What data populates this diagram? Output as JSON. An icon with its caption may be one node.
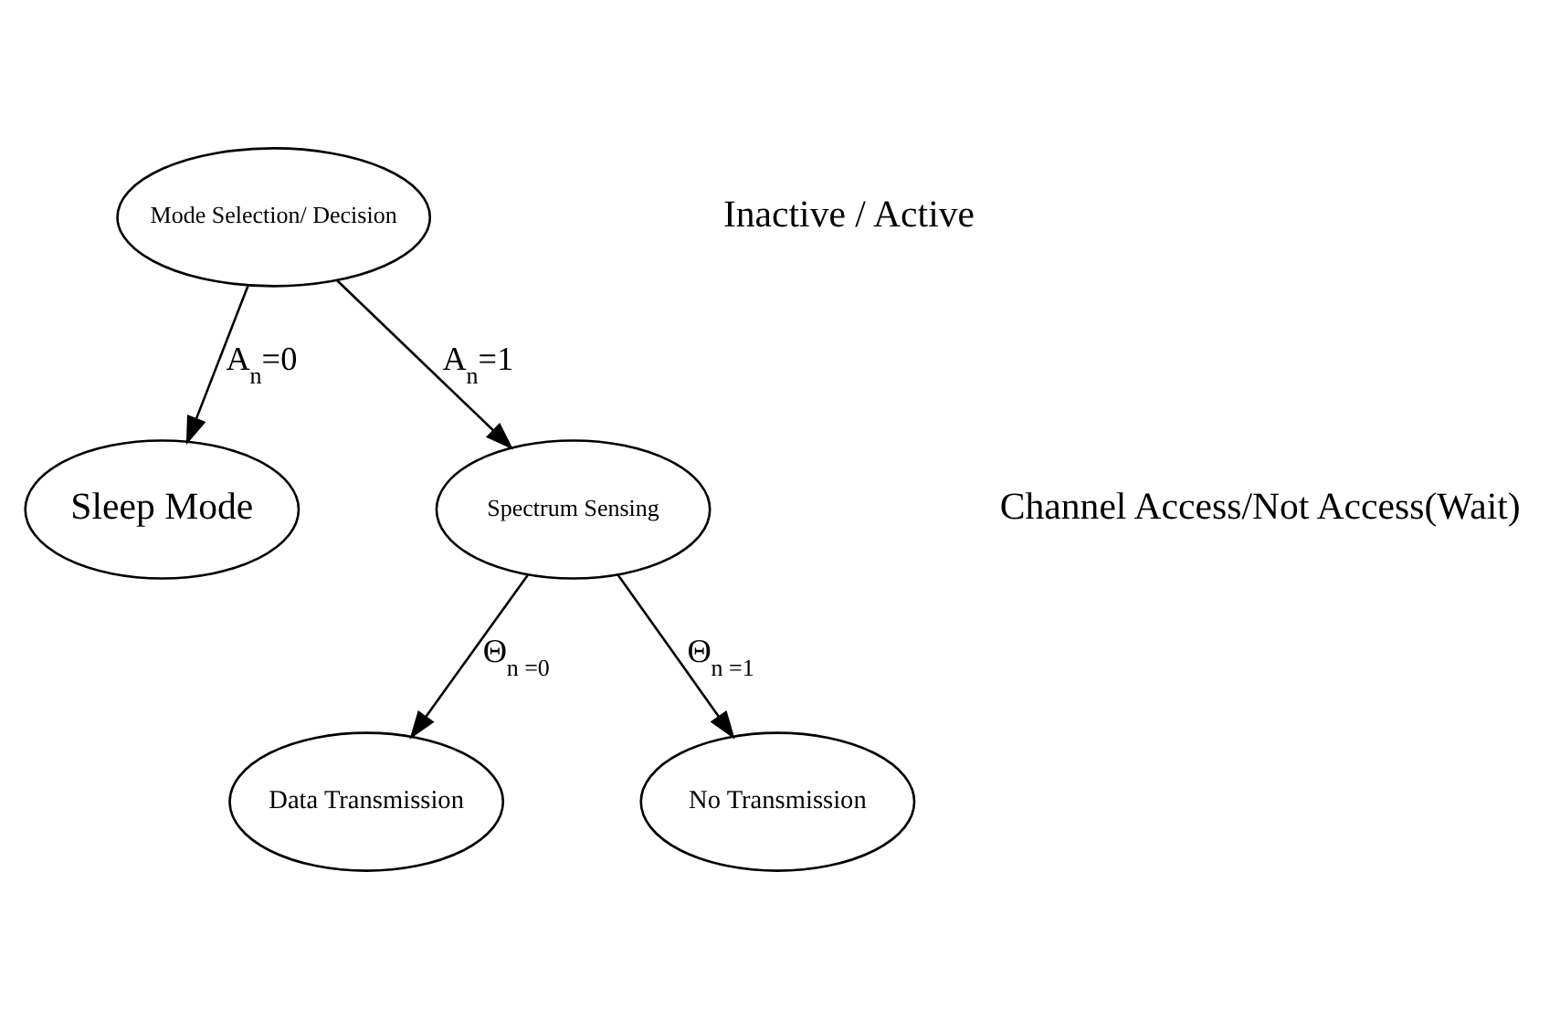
{
  "diagram": {
    "nodes": [
      {
        "text": [
          "Mode Selection/ Decision"
        ]
      },
      {
        "text": [
          "Sleep Mode"
        ]
      },
      {
        "text": [
          "Spectrum Sensing"
        ]
      },
      {
        "text": [
          "Data Transmission"
        ]
      },
      {
        "text": [
          "No Transmission"
        ]
      }
    ],
    "edges": [
      {
        "from": 0,
        "to": 1,
        "arrow": "to",
        "label": "A$_{n}$=0"
      },
      {
        "from": 0,
        "to": 2,
        "arrow": "to",
        "label": "A$_{n}$=1"
      },
      {
        "from": 2,
        "to": 3,
        "arrow": "to",
        "label": "Θ$_{n =0}$"
      },
      {
        "from": 2,
        "to": 4,
        "arrow": "to",
        "label": "Θ$_{n =1}$"
      }
    ],
    "labels": [
      "Inactive / Active",
      "Channel Access/Not Access(Wait)"
    ]
  }
}
